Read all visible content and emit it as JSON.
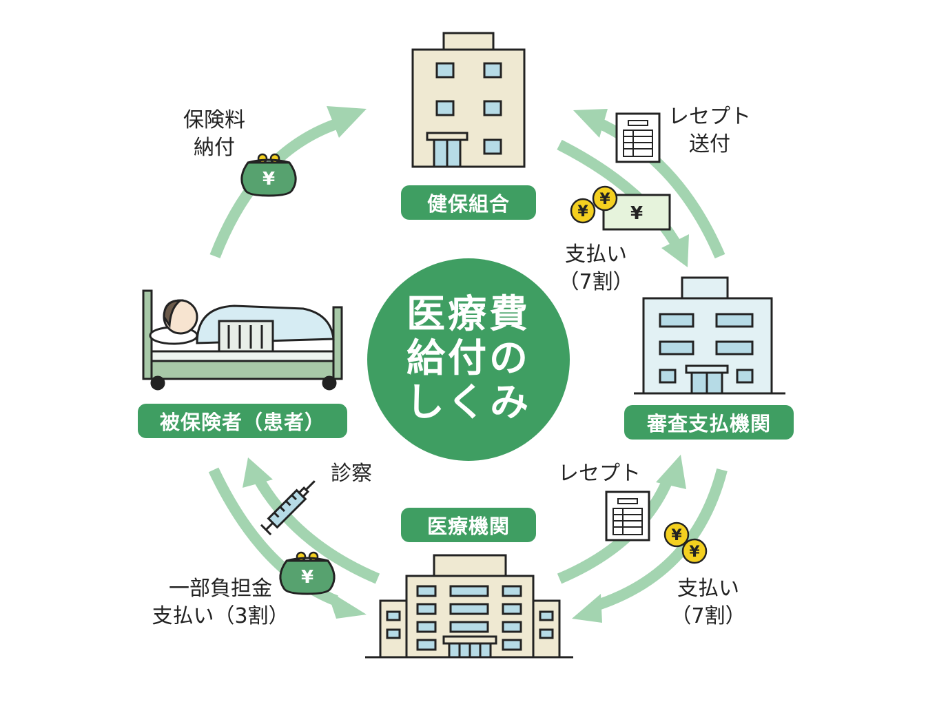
{
  "center": {
    "line1": "医療費",
    "line2": "給付の",
    "line3": "しくみ"
  },
  "nodes": {
    "kenpo": "健保組合",
    "shinsa": "審査支払機関",
    "iryo": "医療機関",
    "hihoken": "被保険者（患者）"
  },
  "labels": {
    "hokenryo_line1": "保険料",
    "hokenryo_line2": "納付",
    "receipt_send_line1": "レセプト",
    "receipt_send_line2": "送付",
    "pay_top_line1": "支払い",
    "pay_top_line2": "（7割）",
    "shinsatsu": "診察",
    "receipt": "レセプト",
    "pay_bottom_line1": "支払い",
    "pay_bottom_line2": "（7割）",
    "copay_line1": "一部負担金",
    "copay_line2": "支払い（3割）"
  },
  "symbols": {
    "yen": "¥"
  },
  "colors": {
    "green": "#3f9e62",
    "arrow": "#a3d4b0",
    "building": "#efe9d2",
    "building_blue": "#e2f1f4",
    "window": "#b6dbe6",
    "coin": "#f4d020",
    "outline": "#222222"
  }
}
